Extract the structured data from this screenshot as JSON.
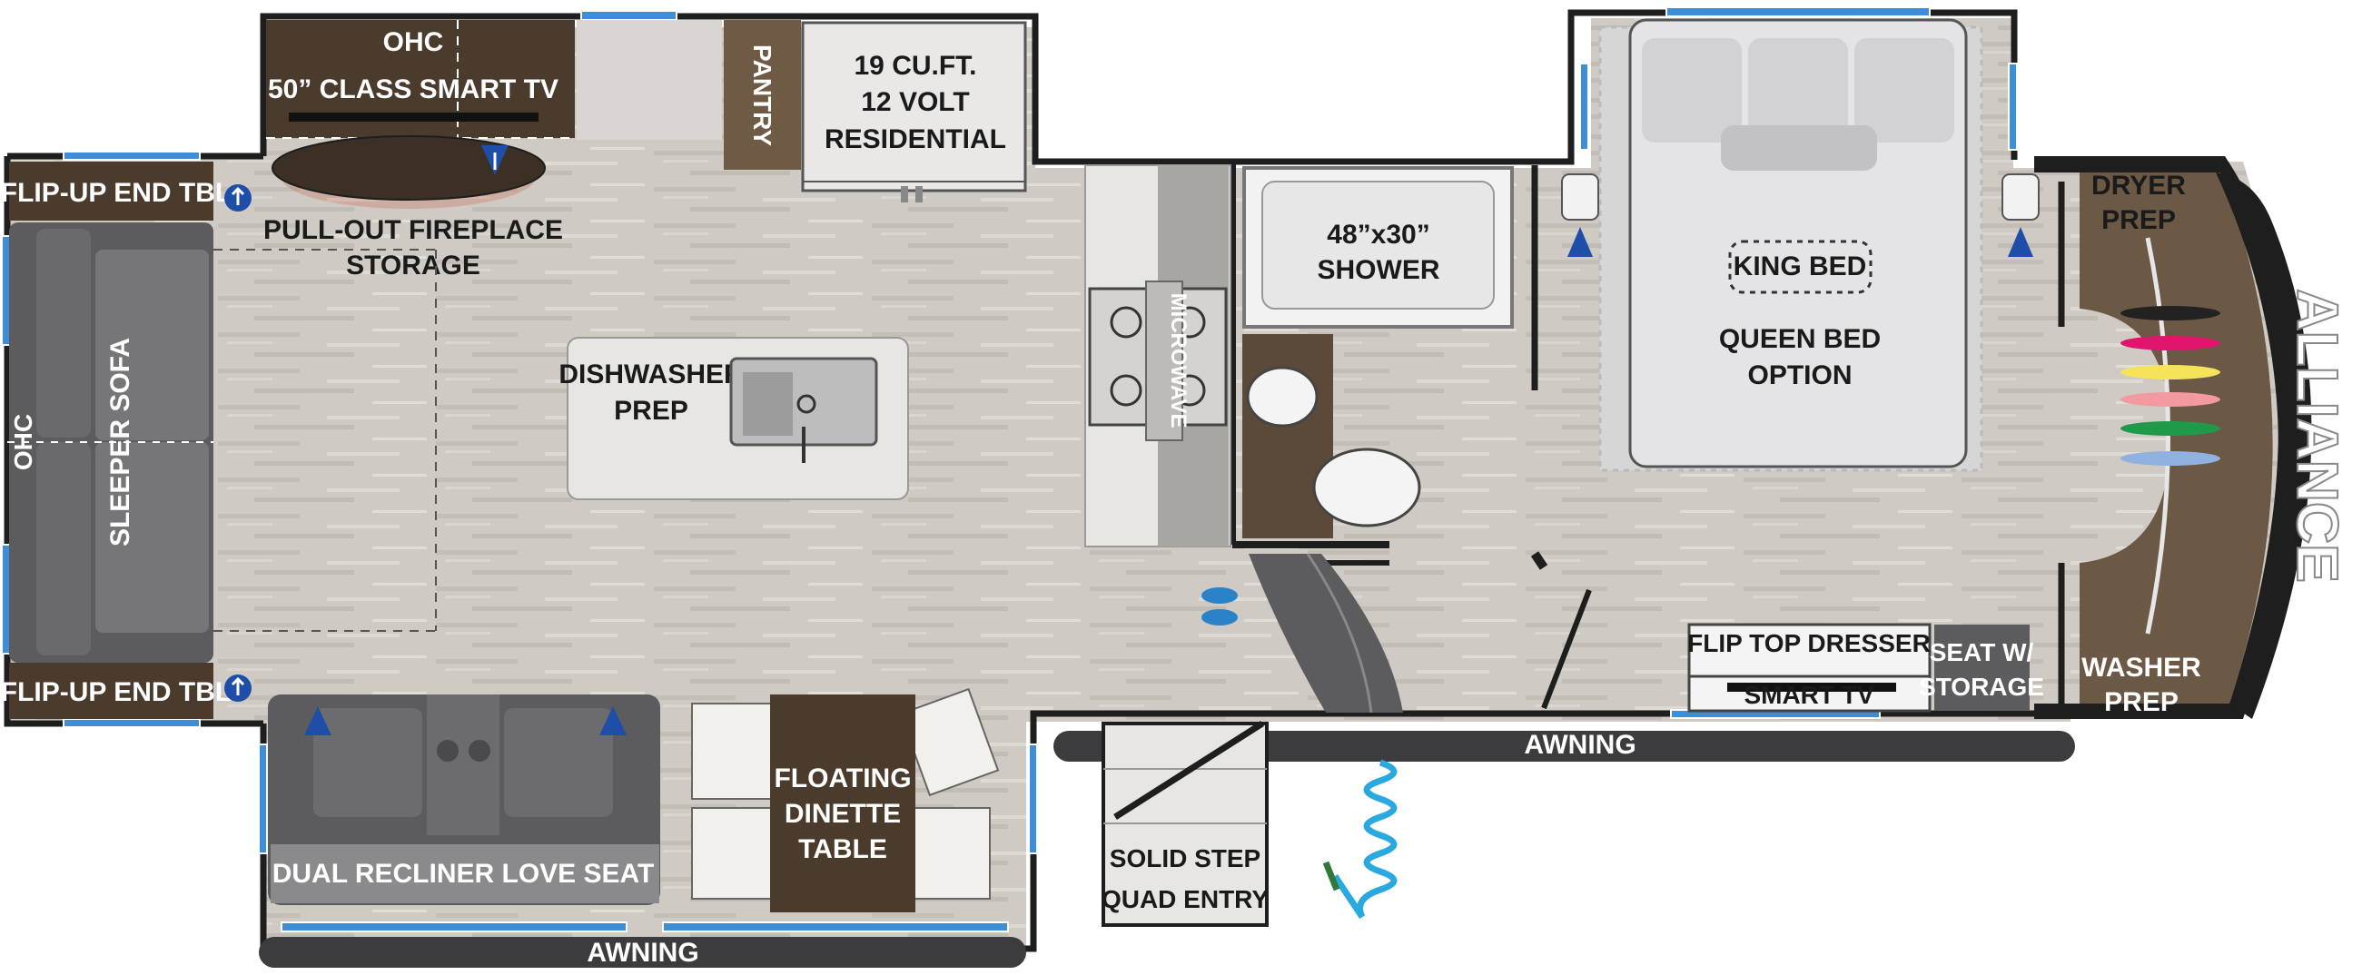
{
  "brand": "ALLIANCE",
  "colors": {
    "floor": "#cfcac3",
    "wall": "#1e1e1e",
    "dark_brown": "#4a3b2c",
    "sofa_gray": "#5c5c5e",
    "counter": "#e8e6e2",
    "window_blue": "#3d8ed6",
    "awning": "#3c3c3e",
    "hose_blue": "#29a9e0",
    "usb_blue": "#1f4ea8"
  },
  "labels": {
    "ohc_top": "OHC",
    "tv": "50” CLASS SMART TV",
    "pantry": "PANTRY",
    "fridge_line1": "19 CU.FT.",
    "fridge_line2": "12 VOLT",
    "fridge_line3": "RESIDENTIAL",
    "flip_up_top": "FLIP-UP END TBL",
    "flip_up_bottom": "FLIP-UP END TBL",
    "fireplace_line1": "PULL-OUT FIREPLACE",
    "fireplace_line2": "STORAGE",
    "ohc_left": "OHC",
    "sleeper_sofa": "SLEEPER SOFA",
    "dishwasher_line1": "DISHWASHER",
    "dishwasher_line2": "PREP",
    "microwave": "MICROWAVE",
    "shower_line1": "48”x30”",
    "shower_line2": "SHOWER",
    "king_bed": "KING BED",
    "queen_line1": "QUEEN BED",
    "queen_line2": "OPTION",
    "dryer_line1": "DRYER",
    "dryer_line2": "PREP",
    "washer_line1": "WASHER",
    "washer_line2": "PREP",
    "flip_top_dresser": "FLIP TOP DRESSER",
    "smart_tv": "SMART TV",
    "seat_line1": "SEAT W/",
    "seat_line2": "STORAGE",
    "awning_right": "AWNING",
    "awning_left": "AWNING",
    "dual_recliner": "DUAL RECLINER LOVE SEAT",
    "dinette_line1": "FLOATING",
    "dinette_line2": "DINETTE",
    "dinette_line3": "TABLE",
    "solid_step": "SOLID STEP",
    "quad_entry": "QUAD ENTRY"
  },
  "icons": [
    "usb-icon",
    "hose-icon",
    "shoes-icon",
    "stove-icon",
    "sink-icon",
    "toilet-icon",
    "hanger-icon"
  ]
}
